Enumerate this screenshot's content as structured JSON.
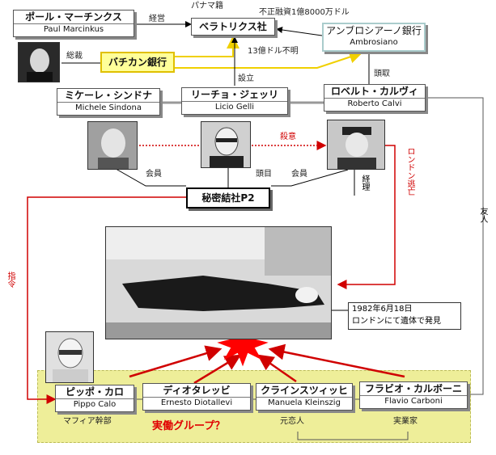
{
  "people": {
    "marcinkus": {
      "jp": "ポール・マーチンクス",
      "en": "Paul Marcinkus"
    },
    "sindona": {
      "jp": "ミケーレ・シンドナ",
      "en": "Michele Sindona"
    },
    "gelli": {
      "jp": "リーチョ・ジェッリ",
      "en": "Licio Gelli"
    },
    "calvi": {
      "jp": "ロベルト・カルヴィ",
      "en": "Roberto Calvi"
    },
    "calo": {
      "jp": "ピッポ・カロ",
      "en": "Pippo Calo"
    },
    "diotallevi": {
      "jp": "ディオタレッビ",
      "en": "Ernesto Diotallevi"
    },
    "kleinszig": {
      "jp": "クラインスツィッヒ",
      "en": "Manuela Kleinszig"
    },
    "carboni": {
      "jp": "フラビオ・カルボーニ",
      "en": "Flavio Carboni"
    }
  },
  "orgs": {
    "bellatrix": "ベラトリクス社",
    "ambrosiano": {
      "jp": "アンブロシアーノ銀行",
      "en": "Ambrosiano"
    },
    "vatican": "バチカン銀行",
    "p2": "秘密結社P2"
  },
  "labels": {
    "panama": "パナマ籍",
    "loan": "不正融資1億8000万ドル",
    "keiei": "経営",
    "sousai": "総裁",
    "unknown": "13億ドル不明",
    "setsuritsu": "設立",
    "toudori": "頭取",
    "satsui": "殺意",
    "kaiin_left": "会員",
    "toumoku": "頭目",
    "kaiin_right": "会員",
    "keiri": "経理",
    "london": "ロンドン逃亡",
    "yuujin": "友人",
    "shirei": "指令",
    "mafia": "マフィア幹部",
    "ex_lover": "元恋人",
    "businessman": "実業家",
    "group_title": "実働グループ？"
  },
  "caption": {
    "line1": "1982年6月18日",
    "line2": "ロンドンにて遺体で発見"
  },
  "colors": {
    "red": "#d00000",
    "yellow": "#f0d000",
    "gray": "#999999",
    "group_zone": "#eeee99"
  }
}
